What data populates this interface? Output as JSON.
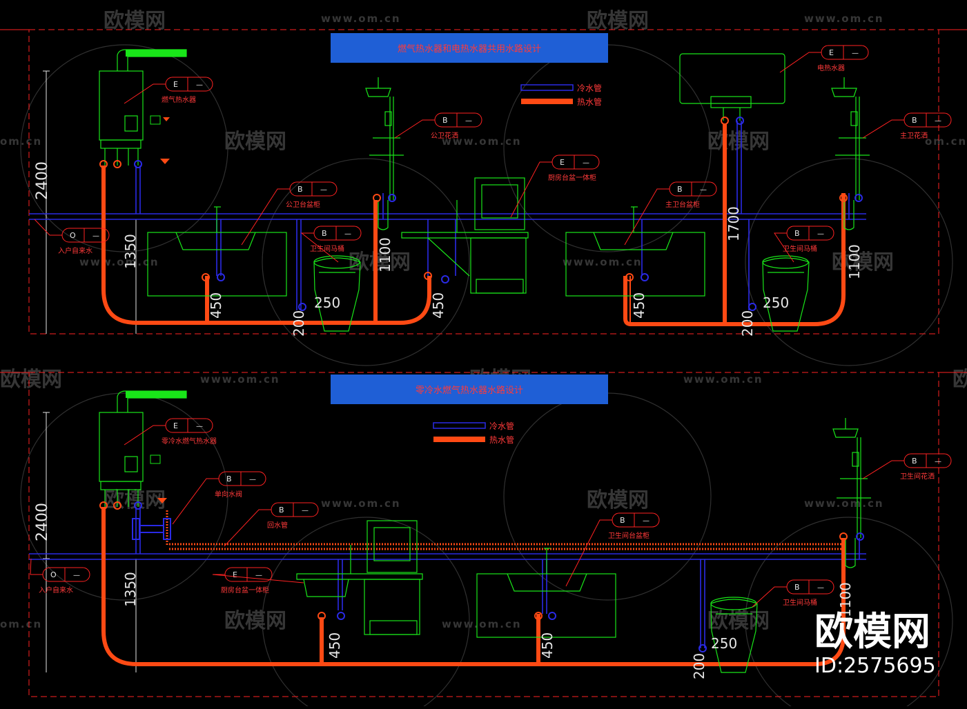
{
  "titles": {
    "top": "燃气热水器和电热水器共用水路设计",
    "bottom": "零冷水燃气热水器水路设计"
  },
  "legend": {
    "cold": "冷水管",
    "hot": "热水管"
  },
  "colors": {
    "cold": "#2a2ae6",
    "hot": "#ff4a14",
    "fixture": "#19e619",
    "leader": "#ff2222",
    "frame": "#ff2222",
    "banner": "#1f5fd6",
    "dimension": "#e6e6e6"
  },
  "tagcodes": {
    "E": "E",
    "B": "B",
    "O": "O",
    "dash": "—"
  },
  "labels": {
    "gas_heater": "燃气热水器",
    "public_shower": "公卫花洒",
    "electric_heater": "电热水器",
    "master_shower": "主卫花洒",
    "kitchen_counter": "厨房台盆一体柜",
    "public_vanity": "公卫台盆柜",
    "master_vanity": "主卫台盆柜",
    "toilet_1": "卫生间马桶",
    "toilet_2": "卫生间马桶",
    "inlet_top": "入户自来水",
    "zero_cold_heater": "零冷水燃气热水器",
    "check_valve": "单向水阀",
    "return_pipe": "回水管",
    "bath_shower": "卫生间花洒",
    "bath_vanity": "卫生间台盆柜",
    "kitchen_counter_2": "厨房台盆一体柜",
    "toilet_3": "卫生间马桶",
    "inlet_bottom": "入户自来水"
  },
  "dimensions": {
    "d2400": "2400",
    "d1350": "1350",
    "d450": "450",
    "d200": "200",
    "d250": "250",
    "d1100": "1100",
    "d1700": "1700"
  },
  "watermark": {
    "brand": "欧模网",
    "site": "www.om.cn",
    "site_short": "om.cn",
    "id": "ID:2575695"
  }
}
